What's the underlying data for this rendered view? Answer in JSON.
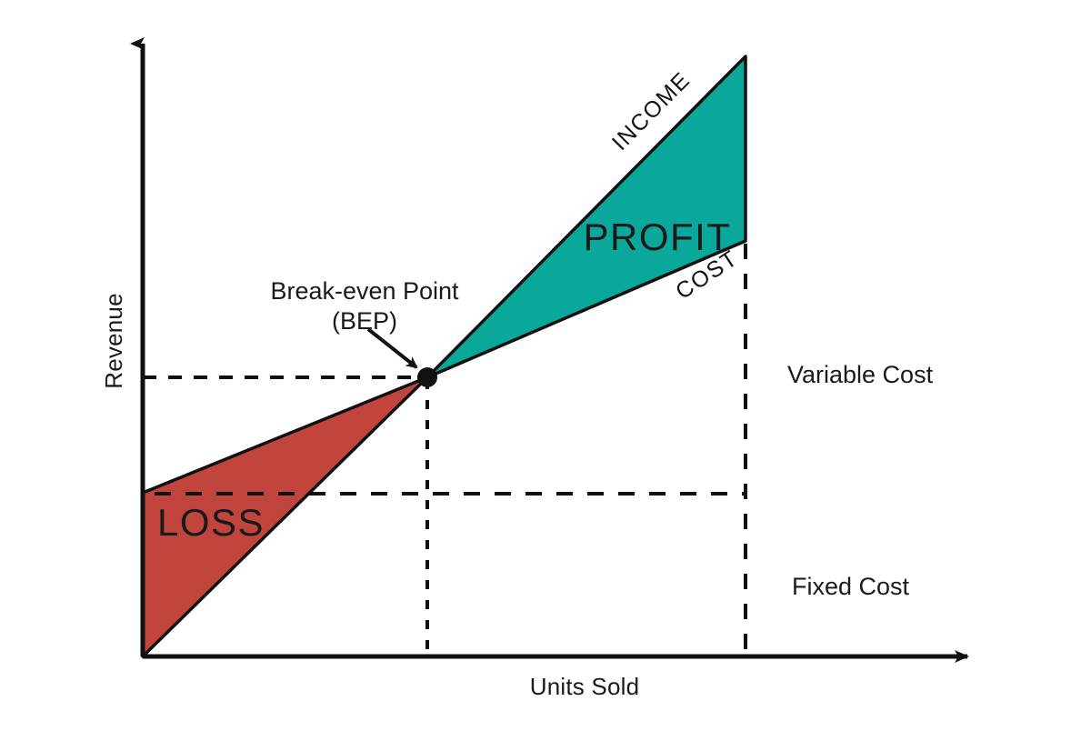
{
  "chart_data": {
    "type": "line",
    "title": "Break-even Analysis",
    "xlabel": "Units Sold",
    "ylabel": "Revenue",
    "grid": false,
    "legend_position": "inline-annotations",
    "xlim": [
      0,
      100
    ],
    "ylim": [
      0,
      100
    ],
    "axis_ticks": "none",
    "series": [
      {
        "name": "INCOME",
        "description": "Total revenue line through the origin",
        "color": "#111111",
        "x": [
          0,
          32,
          68
        ],
        "y": [
          0,
          43,
          91
        ]
      },
      {
        "name": "COST",
        "description": "Total cost line starting at the fixed cost intercept",
        "color": "#111111",
        "x": [
          0,
          32,
          68
        ],
        "y": [
          26,
          43,
          66
        ]
      }
    ],
    "regions": [
      {
        "name": "LOSS",
        "fill": "#c1453c",
        "label_color": "#fbe3dc",
        "description": "Area between cost and income lines left of the break-even point"
      },
      {
        "name": "PROFIT",
        "fill": "#0aa79b",
        "label_color": "#d9f5f2",
        "description": "Area between income and cost lines right of the break-even point"
      }
    ],
    "annotations": [
      {
        "name": "break-even-point",
        "label": "Break-even Point",
        "sublabel": "(BEP)",
        "x": 32,
        "y": 43,
        "marker": "filled-circle"
      },
      {
        "name": "variable-cost",
        "label": "Variable Cost",
        "y": 43
      },
      {
        "name": "fixed-cost",
        "label": "Fixed Cost",
        "y": 12
      },
      {
        "name": "income-line-label",
        "label": "INCOME"
      },
      {
        "name": "cost-line-label",
        "label": "COST"
      }
    ]
  },
  "axes": {
    "y_axis_label": "Revenue",
    "x_axis_label": "Units Sold"
  },
  "labels": {
    "income": "INCOME",
    "cost": "COST",
    "profit": "PROFIT",
    "loss": "LOSS",
    "bep_line1": "Break-even Point",
    "bep_line2": "(BEP)",
    "variable_cost": "Variable Cost",
    "fixed_cost": "Fixed Cost"
  },
  "colors": {
    "profit_fill": "#0aa79b",
    "loss_fill": "#c1453c",
    "profit_text": "#d9f5f2",
    "loss_text": "#fbe3dc",
    "line": "#111111",
    "axis": "#111111",
    "background": "#ffffff"
  }
}
